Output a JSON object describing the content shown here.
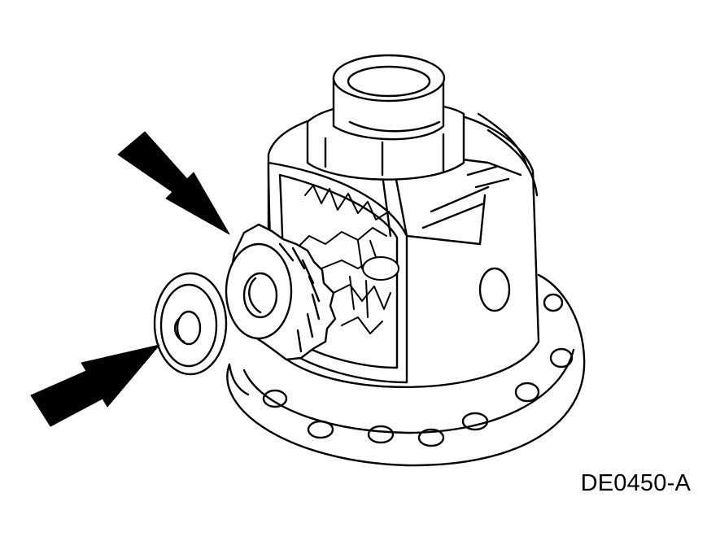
{
  "figure": {
    "id_label": "DE0450-A"
  },
  "parts": {
    "housing": "differential-case",
    "gear": "differential-pinion-gear",
    "washer": "thrust-washer",
    "arrow_count": 2
  },
  "colors": {
    "line": "#000000",
    "background": "#ffffff"
  }
}
